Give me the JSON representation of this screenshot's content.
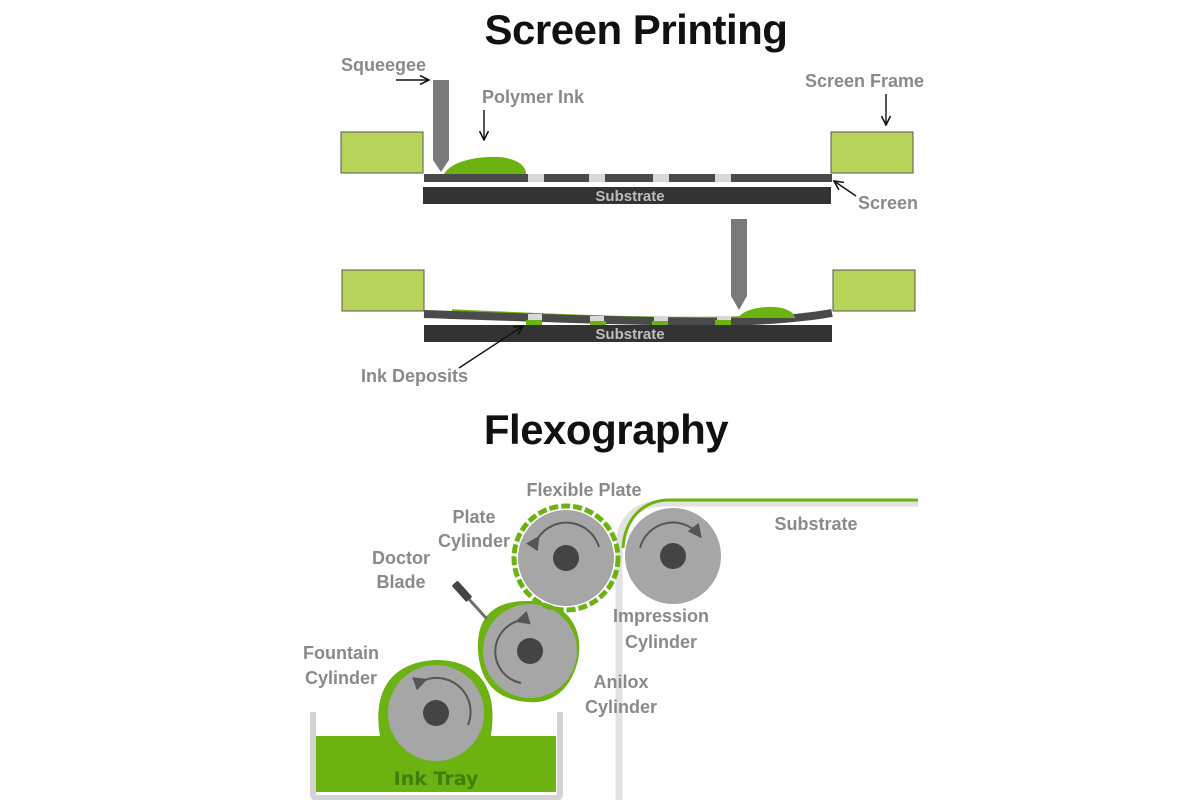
{
  "screen_printing": {
    "title": "Screen Printing",
    "labels": {
      "squeegee": "Squeegee",
      "polymer_ink": "Polymer Ink",
      "screen_frame": "Screen Frame",
      "screen": "Screen",
      "substrate_top": "Substrate",
      "substrate_bottom": "Substrate",
      "ink_deposits": "Ink Deposits"
    }
  },
  "flexography": {
    "title": "Flexography",
    "labels": {
      "flexible_plate": "Flexible Plate",
      "plate_cylinder_1": "Plate",
      "plate_cylinder_2": "Cylinder",
      "substrate": "Substrate",
      "doctor_blade_1": "Doctor",
      "doctor_blade_2": "Blade",
      "impression_cylinder_1": "Impression",
      "impression_cylinder_2": "Cylinder",
      "fountain_cylinder_1": "Fountain",
      "fountain_cylinder_2": "Cylinder",
      "anilox_cylinder_1": "Anilox",
      "anilox_cylinder_2": "Cylinder",
      "ink_tray": "Ink Tray"
    }
  },
  "colors": {
    "ink_green": "#6cb312",
    "frame_green": "#b7d35a",
    "dark_gray": "#333333",
    "screen_gray": "#4a4a4a",
    "cylinder_gray": "#a6a6a6",
    "label_gray": "#8a8a8a"
  }
}
